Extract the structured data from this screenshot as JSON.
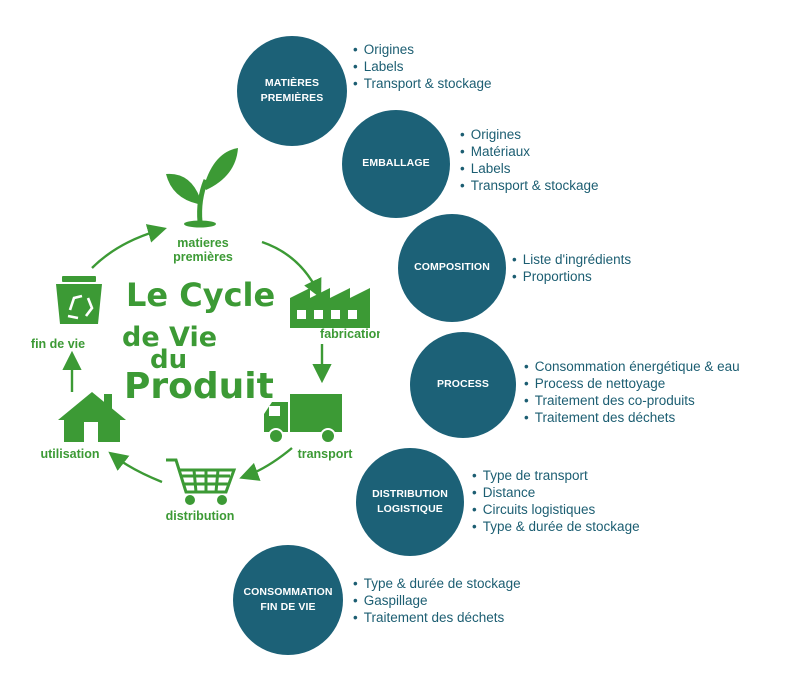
{
  "title": {
    "line1": "Le Cycle",
    "line2": "de Vie",
    "line3": "du",
    "line4": "Produit"
  },
  "cycle": [
    {
      "label": "matieres\npremières",
      "icon": "plant-sprout-icon"
    },
    {
      "label": "fabrication",
      "icon": "factory-icon"
    },
    {
      "label": "transport",
      "icon": "truck-icon"
    },
    {
      "label": "distribution",
      "icon": "shopping-cart-icon"
    },
    {
      "label": "utilisation",
      "icon": "house-icon"
    },
    {
      "label": "fin de vie",
      "icon": "recycle-bin-icon"
    }
  ],
  "stages": [
    {
      "name": "MATIÈRES\nPREMIÈRES",
      "items": [
        "Origines",
        "Labels",
        "Transport & stockage"
      ]
    },
    {
      "name": "EMBALLAGE",
      "items": [
        "Origines",
        "Matériaux",
        "Labels",
        "Transport & stockage"
      ]
    },
    {
      "name": "COMPOSITION",
      "items": [
        "Liste d'ingrédients",
        "Proportions"
      ]
    },
    {
      "name": "PROCESS",
      "items": [
        "Consommation énergétique & eau",
        "Process de nettoyage",
        "Traitement des co-produits",
        "Traitement des déchets"
      ]
    },
    {
      "name": "DISTRIBUTION\nLOGISTIQUE",
      "items": [
        "Type de transport",
        "Distance",
        "Circuits logistiques",
        "Type & durée de stockage"
      ]
    },
    {
      "name": "CONSOMMATION\nFIN DE VIE",
      "items": [
        "Type & durée de stockage",
        "Gaspillage",
        "Traitement des déchets"
      ]
    }
  ],
  "colors": {
    "green": "#3c9a35",
    "teal": "#1c6177",
    "text_teal": "#1c5e72"
  }
}
